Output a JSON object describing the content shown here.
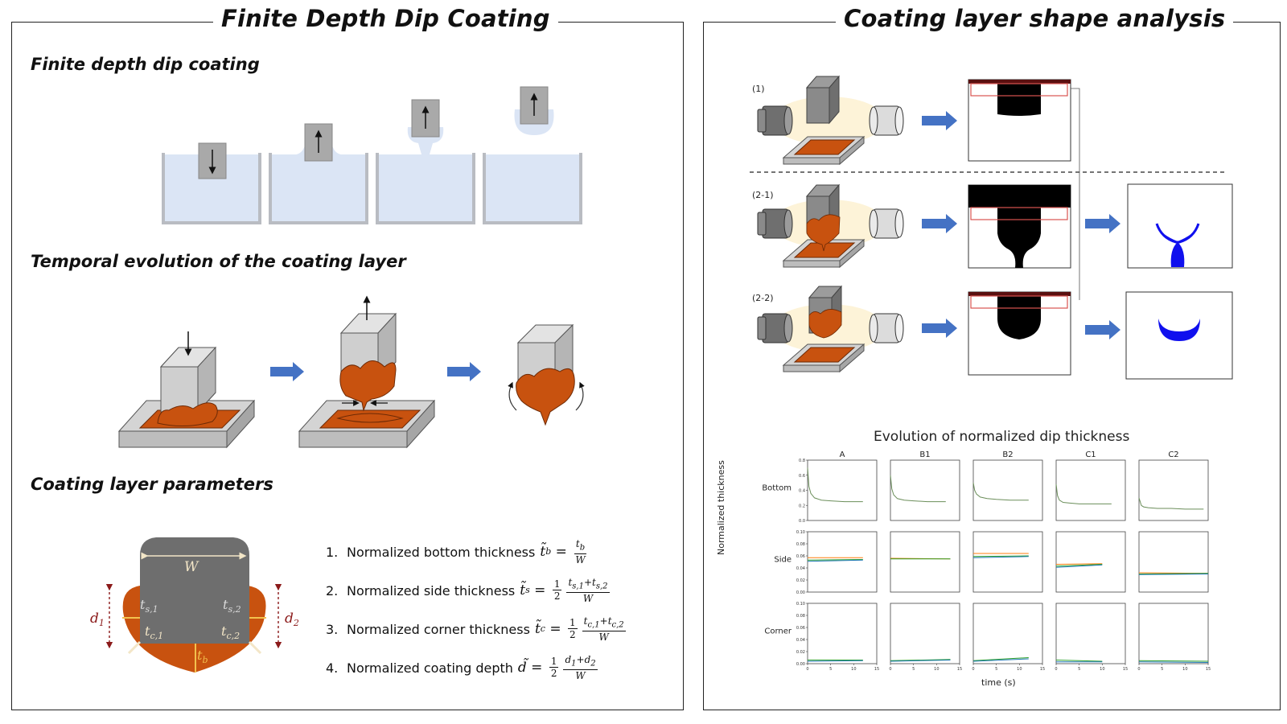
{
  "left_panel": {
    "title": "Finite Depth Dip Coating",
    "sections": {
      "dip": "Finite depth dip coating",
      "temporal": "Temporal evolution of the coating layer",
      "params": "Coating layer parameters"
    },
    "diagram_labels": {
      "W": "W",
      "ts1": "t",
      "ts1_sub": "s,1",
      "ts2": "t",
      "ts2_sub": "s,2",
      "tc1": "t",
      "tc1_sub": "c,1",
      "tc2": "t",
      "tc2_sub": "c,2",
      "tb": "t",
      "tb_sub": "b",
      "d1": "d",
      "d1_sub": "1",
      "d2": "d",
      "d2_sub": "2"
    },
    "equations": [
      {
        "num": "1.",
        "label": "Normalized bottom thickness",
        "lhs": "t̃",
        "lhs_sub": "b",
        "coef": "",
        "numer": "t_b",
        "denom": "W"
      },
      {
        "num": "2.",
        "label": "Normalized side thickness",
        "lhs": "t̃",
        "lhs_sub": "s",
        "coef": "1/2",
        "numer": "t_s,1+t_s,2",
        "denom": "W"
      },
      {
        "num": "3.",
        "label": "Normalized corner thickness",
        "lhs": "t̃",
        "lhs_sub": "c",
        "coef": "1/2",
        "numer": "t_c,1+t_c,2",
        "denom": "W"
      },
      {
        "num": "4.",
        "label": "Normalized coating depth",
        "lhs": "d̃",
        "lhs_sub": "",
        "coef": "1/2",
        "numer": "d_1+d_2",
        "denom": "W"
      }
    ]
  },
  "right_panel": {
    "title": "Coating layer shape analysis",
    "case_labels": [
      "(1)",
      "(2-1)",
      "(2-2)"
    ]
  },
  "colors": {
    "coating": "#c8520f",
    "coating_dark": "#8a3208",
    "liquid": "#dbe5f5",
    "arrow_blue": "#4472c4",
    "block_gray": "#7a7a7a",
    "roi_red": "#d9534f",
    "plot_blue": "#1f77b4",
    "plot_orange": "#ff7f0e",
    "plot_green": "#2ca02c",
    "shape_blue": "#1010ee"
  },
  "chart_data": {
    "type": "line",
    "title": "Evolution of normalized dip thickness",
    "xlabel": "time (s)",
    "ylabel": "Normalized thickness",
    "columns": [
      "A",
      "B1",
      "B2",
      "C1",
      "C2"
    ],
    "rows": [
      "Bottom",
      "Side",
      "Corner"
    ],
    "xlim": [
      0,
      15
    ],
    "xticks": [
      "0",
      "5",
      "10",
      "15"
    ],
    "row_ylim": {
      "Bottom": [
        0,
        0.8
      ],
      "Side": [
        0,
        0.1
      ],
      "Corner": [
        0,
        0.1
      ]
    },
    "row_yticks": {
      "Bottom": [
        "0.0",
        "0.2",
        "0.4",
        "0.6",
        "0.8"
      ],
      "Side": [
        "0.00",
        "0.02",
        "0.04",
        "0.06",
        "0.08",
        "0.10"
      ],
      "Corner": [
        "0.00",
        "0.02",
        "0.04",
        "0.06",
        "0.08",
        "0.10"
      ]
    },
    "panels": [
      {
        "row": "Bottom",
        "col": "A",
        "series": [
          {
            "x": [
              0,
              0.3,
              0.7,
              1.5,
              3,
              5,
              8,
              12
            ],
            "y": [
              0.7,
              0.45,
              0.36,
              0.3,
              0.27,
              0.26,
              0.25,
              0.25
            ]
          }
        ]
      },
      {
        "row": "Bottom",
        "col": "B1",
        "series": [
          {
            "x": [
              0,
              0.3,
              0.7,
              1.5,
              3,
              5,
              8,
              12
            ],
            "y": [
              0.6,
              0.42,
              0.34,
              0.29,
              0.27,
              0.26,
              0.25,
              0.25
            ]
          }
        ]
      },
      {
        "row": "Bottom",
        "col": "B2",
        "series": [
          {
            "x": [
              0,
              0.3,
              0.7,
              1.5,
              3,
              5,
              8,
              12
            ],
            "y": [
              0.5,
              0.4,
              0.35,
              0.31,
              0.29,
              0.28,
              0.27,
              0.27
            ]
          }
        ]
      },
      {
        "row": "Bottom",
        "col": "C1",
        "series": [
          {
            "x": [
              0,
              0.3,
              0.7,
              1.5,
              3,
              5,
              8,
              12
            ],
            "y": [
              0.48,
              0.33,
              0.27,
              0.24,
              0.23,
              0.22,
              0.22,
              0.22
            ]
          }
        ]
      },
      {
        "row": "Bottom",
        "col": "C2",
        "series": [
          {
            "x": [
              0,
              0.5,
              1,
              2,
              4,
              7,
              10,
              14
            ],
            "y": [
              0.3,
              0.2,
              0.18,
              0.17,
              0.16,
              0.16,
              0.15,
              0.15
            ]
          }
        ]
      },
      {
        "row": "Side",
        "col": "A",
        "series": [
          {
            "x": [
              0,
              12
            ],
            "y": [
              0.057,
              0.057
            ],
            "color": "orange"
          },
          {
            "x": [
              0,
              12
            ],
            "y": [
              0.053,
              0.054
            ],
            "color": "green"
          },
          {
            "x": [
              0,
              12
            ],
            "y": [
              0.051,
              0.053
            ],
            "color": "blue"
          }
        ]
      },
      {
        "row": "Side",
        "col": "B1",
        "series": [
          {
            "x": [
              0,
              13
            ],
            "y": [
              0.056,
              0.055
            ],
            "color": "orange"
          },
          {
            "x": [
              0,
              13
            ],
            "y": [
              0.055,
              0.055
            ],
            "color": "green"
          }
        ]
      },
      {
        "row": "Side",
        "col": "B2",
        "series": [
          {
            "x": [
              0,
              12
            ],
            "y": [
              0.064,
              0.064
            ],
            "color": "orange"
          },
          {
            "x": [
              0,
              12
            ],
            "y": [
              0.059,
              0.06
            ],
            "color": "green"
          },
          {
            "x": [
              0,
              12
            ],
            "y": [
              0.057,
              0.059
            ],
            "color": "blue"
          }
        ]
      },
      {
        "row": "Side",
        "col": "C1",
        "series": [
          {
            "x": [
              0,
              10
            ],
            "y": [
              0.046,
              0.047
            ],
            "color": "orange"
          },
          {
            "x": [
              0,
              10
            ],
            "y": [
              0.043,
              0.046
            ],
            "color": "green"
          },
          {
            "x": [
              0,
              10
            ],
            "y": [
              0.041,
              0.045
            ],
            "color": "blue"
          }
        ]
      },
      {
        "row": "Side",
        "col": "C2",
        "series": [
          {
            "x": [
              0,
              15
            ],
            "y": [
              0.032,
              0.031
            ],
            "color": "orange"
          },
          {
            "x": [
              0,
              15
            ],
            "y": [
              0.03,
              0.031
            ],
            "color": "green"
          },
          {
            "x": [
              0,
              15
            ],
            "y": [
              0.029,
              0.03
            ],
            "color": "blue"
          }
        ]
      },
      {
        "row": "Corner",
        "col": "A",
        "series": [
          {
            "x": [
              0,
              12
            ],
            "y": [
              0.006,
              0.006
            ],
            "color": "green"
          },
          {
            "x": [
              0,
              12
            ],
            "y": [
              0.004,
              0.005
            ],
            "color": "blue"
          }
        ]
      },
      {
        "row": "Corner",
        "col": "B1",
        "series": [
          {
            "x": [
              0,
              13
            ],
            "y": [
              0.005,
              0.007
            ],
            "color": "green"
          },
          {
            "x": [
              0,
              13
            ],
            "y": [
              0.004,
              0.006
            ],
            "color": "blue"
          }
        ]
      },
      {
        "row": "Corner",
        "col": "B2",
        "series": [
          {
            "x": [
              0,
              12
            ],
            "y": [
              0.005,
              0.01
            ],
            "color": "green"
          },
          {
            "x": [
              0,
              12
            ],
            "y": [
              0.004,
              0.008
            ],
            "color": "blue"
          }
        ]
      },
      {
        "row": "Corner",
        "col": "C1",
        "series": [
          {
            "x": [
              0,
              10
            ],
            "y": [
              0.006,
              0.004
            ],
            "color": "green"
          },
          {
            "x": [
              0,
              10
            ],
            "y": [
              0.003,
              0.003
            ],
            "color": "blue"
          }
        ]
      },
      {
        "row": "Corner",
        "col": "C2",
        "series": [
          {
            "x": [
              0,
              15
            ],
            "y": [
              0.005,
              0.004
            ],
            "color": "green"
          },
          {
            "x": [
              0,
              15
            ],
            "y": [
              0.003,
              0.002
            ],
            "color": "blue"
          }
        ]
      }
    ]
  }
}
